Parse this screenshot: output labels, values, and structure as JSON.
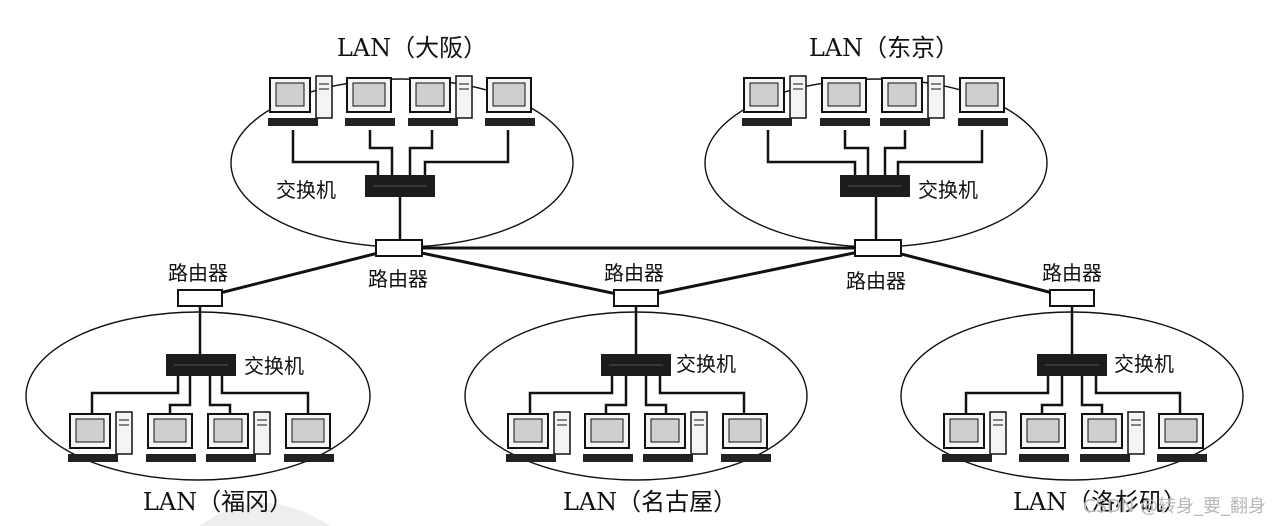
{
  "lans": [
    {
      "id": "osaka",
      "title": "LAN（大阪）",
      "switch_label": "交换机"
    },
    {
      "id": "tokyo",
      "title": "LAN（东京）",
      "switch_label": "交换机"
    },
    {
      "id": "fukuoka",
      "title": "LAN（福冈）",
      "switch_label": "交换机"
    },
    {
      "id": "nagoya",
      "title": "LAN（名古屋）",
      "switch_label": "交换机"
    },
    {
      "id": "la",
      "title": "LAN（洛杉矶）",
      "switch_label": "交换机"
    }
  ],
  "routers": [
    {
      "id": "osaka",
      "label": "路由器"
    },
    {
      "id": "tokyo",
      "label": "路由器"
    },
    {
      "id": "fukuoka",
      "label": "路由器"
    },
    {
      "id": "nagoya",
      "label": "路由器"
    },
    {
      "id": "la",
      "label": "路由器"
    }
  ],
  "watermark": "CSDN @转身_要_翻身",
  "colors": {
    "line": "#111111",
    "switch": "#1c1c1c",
    "monitor_screen": "#cfcfcf",
    "background": "#ffffff"
  },
  "icons": {
    "computer": "desktop-computer-icon",
    "switch": "network-switch-icon",
    "router": "router-icon"
  }
}
